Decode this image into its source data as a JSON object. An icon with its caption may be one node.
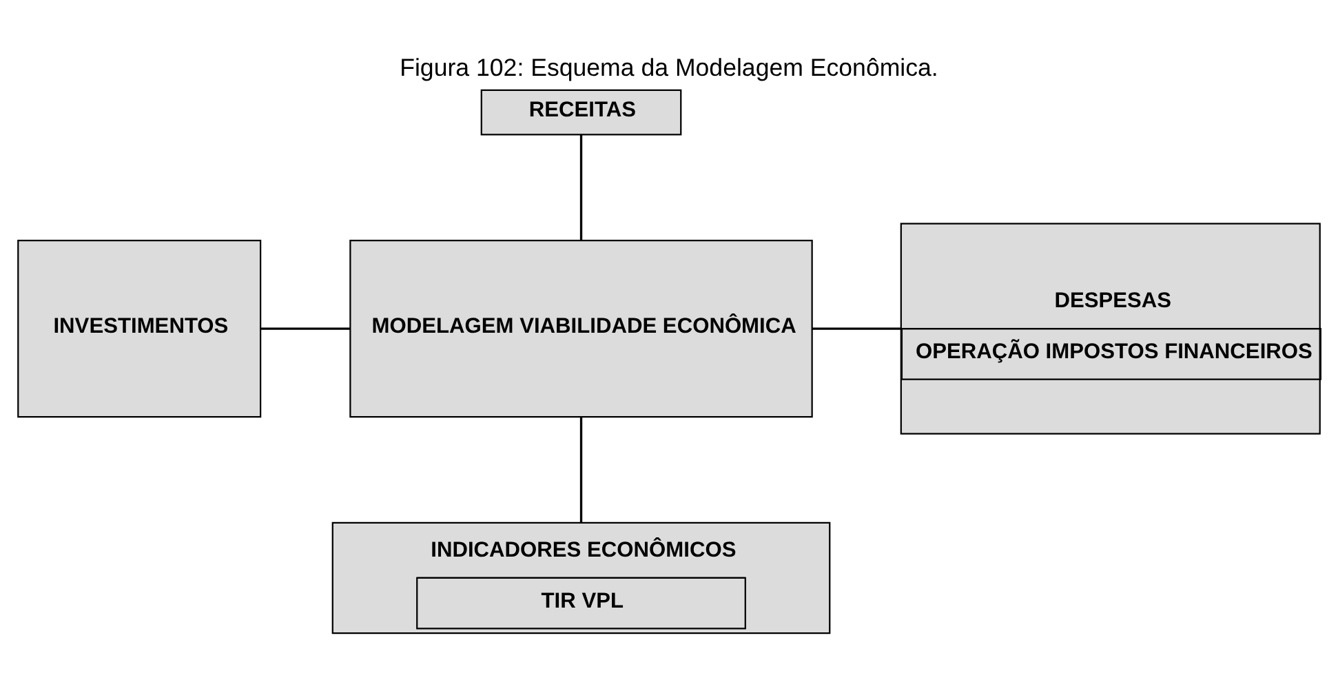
{
  "diagram": {
    "title": "Figura 102: Esquema da Modelagem Econômica.",
    "nodes": [
      {
        "text": [
          "RECEITAS"
        ]
      },
      {
        "text": [
          "INVESTIMENTOS"
        ]
      },
      {
        "text": [
          "MODELAGEM VIABILIDADE ECONÔMICA"
        ]
      },
      {
        "text": [
          "DESPESAS",
          "OPERAÇÃO IMPOSTOS FINANCEIROS"
        ]
      },
      {
        "text": [
          "INDICADORES ECONÔMICOS",
          "TIR VPL"
        ]
      }
    ],
    "edges": [
      {
        "from": 0,
        "to": 2,
        "arrow": "none"
      },
      {
        "from": 1,
        "to": 2,
        "arrow": "none"
      },
      {
        "from": 2,
        "to": 3,
        "arrow": "none"
      },
      {
        "from": 2,
        "to": 4,
        "arrow": "none"
      }
    ]
  }
}
